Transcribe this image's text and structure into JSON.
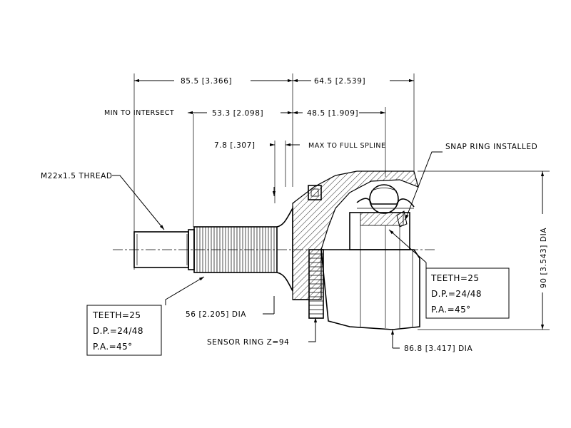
{
  "dimensions": {
    "overall_left": "85.5 [3.366]",
    "overall_right": "64.5 [2.539]",
    "min_to_intersect_label": "MIN TO INTERSECT",
    "min_to_intersect_value": "53.3 [2.098]",
    "to_spline_end": "48.5 [1.909]",
    "max_to_full_spline_value": "7.8 [.307]",
    "max_to_full_spline_label": "MAX TO FULL SPLINE",
    "seal_dia": "56 [2.205] DIA",
    "outer_dia": "86.8 [3.417] DIA",
    "height_dia": "90 [3.543] DIA"
  },
  "callouts": {
    "thread": "M22x1.5 THREAD",
    "snap_ring": "SNAP RING INSTALLED",
    "sensor_ring": "SENSOR RING Z=94"
  },
  "spline_left": {
    "teeth": "TEETH=25",
    "dp": "D.P.=24/48",
    "pa": "P.A.=45°"
  },
  "spline_right": {
    "teeth": "TEETH=25",
    "dp": "D.P.=24/48",
    "pa": "P.A.=45°"
  }
}
